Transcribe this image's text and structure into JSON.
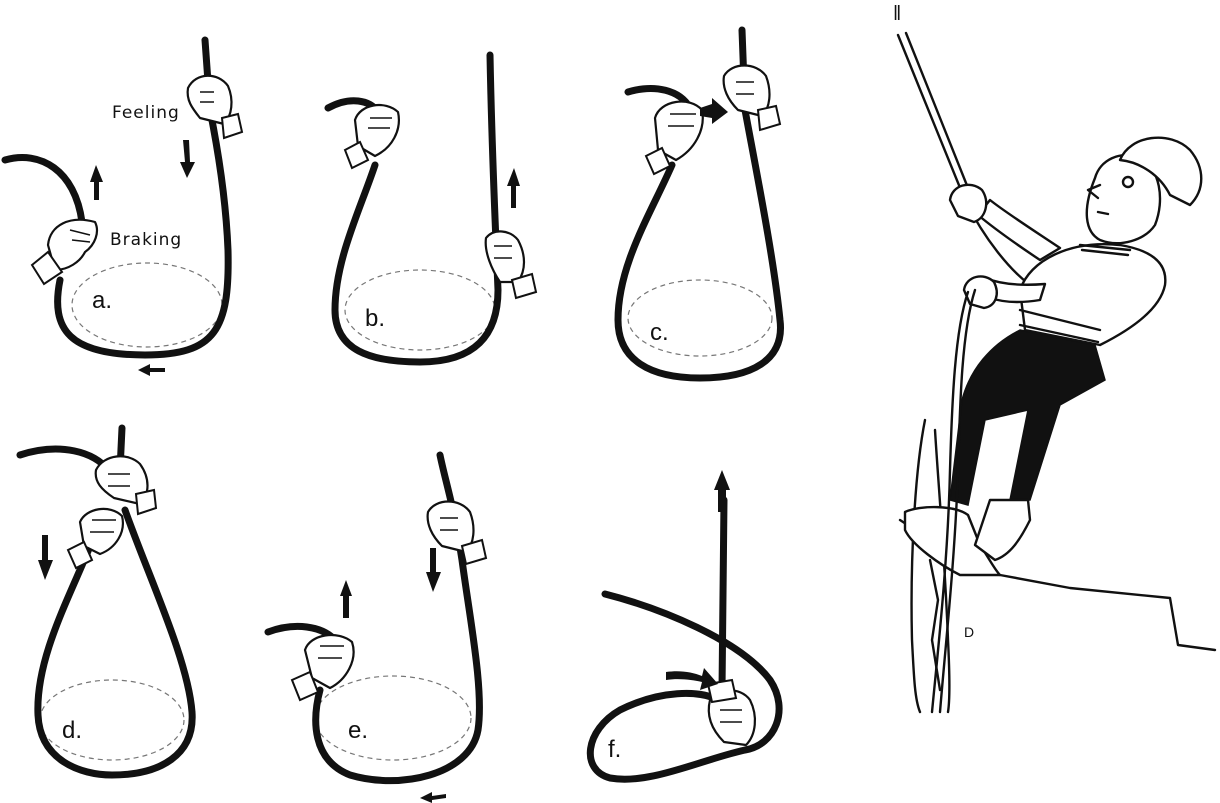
{
  "panels": {
    "a": {
      "label": "a.",
      "notes": {
        "feeling": "Feeling",
        "braking": "Braking"
      }
    },
    "b": {
      "label": "b."
    },
    "c": {
      "label": "c."
    },
    "d": {
      "label": "d."
    },
    "e": {
      "label": "e."
    },
    "f": {
      "label": "f."
    }
  },
  "figure": {
    "top_mark": "‖",
    "rock_mark": "D"
  }
}
